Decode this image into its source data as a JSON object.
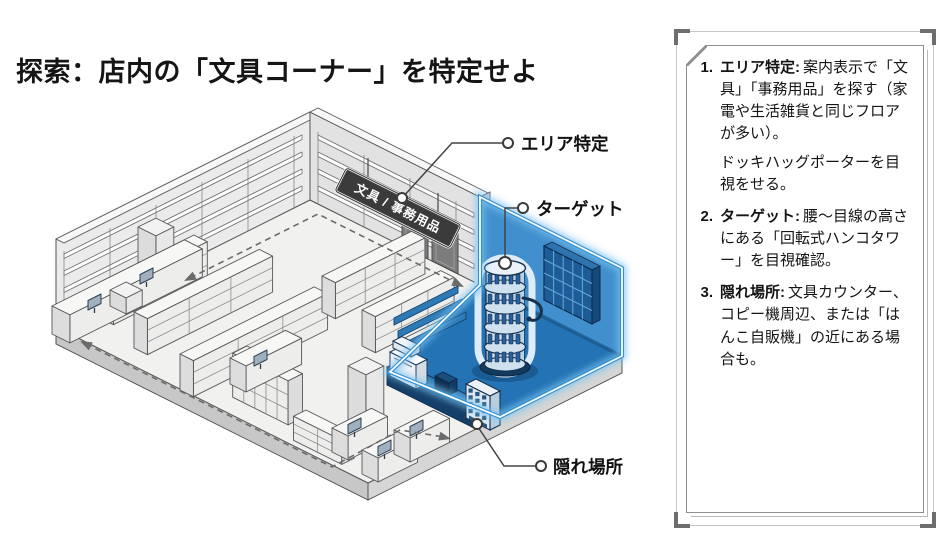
{
  "title": "探索：店内の「文具コーナー」を特定せよ",
  "diagram": {
    "sign": "文具 / 事務用品",
    "callouts": {
      "area": "エリア特定",
      "target": "ターゲット",
      "hiding": "隠れ場所"
    },
    "colors": {
      "highlight_wall": "#4190cd",
      "highlight_floor": "#2373b5",
      "glow": "#7cc4f0",
      "outline_dark": "#16324f"
    }
  },
  "panel": {
    "items": [
      {
        "num": "1.",
        "label": "エリア特定:",
        "text": "案内表示で「文具」「事務用品」を探す（家電や生活雑貨と同じフロアが多い）。",
        "text2": "ドッキハッグポーターを目視をせる。"
      },
      {
        "num": "2.",
        "label": "ターゲット:",
        "text": "腰～目線の高さにある「回転式ハンコタワー」を目視確認。"
      },
      {
        "num": "3.",
        "label": "隠れ場所:",
        "text": "文具カウンター、コピー機周辺、または「はんこ自販機」の近にある場合も。"
      }
    ]
  }
}
